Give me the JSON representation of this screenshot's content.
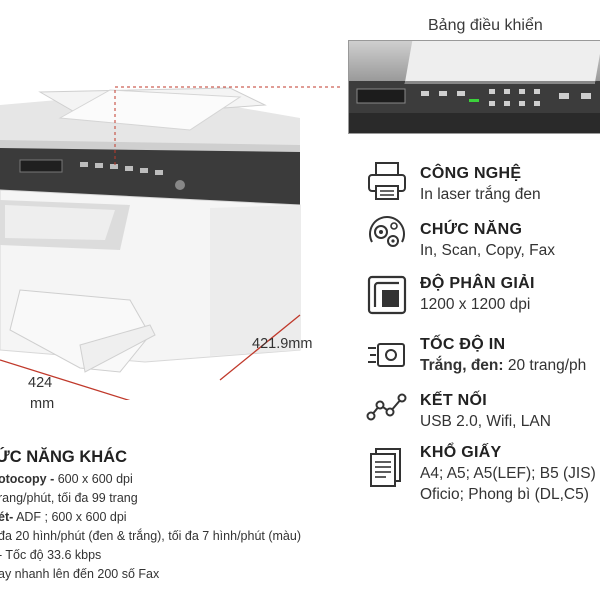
{
  "control_panel_label": "Bảng điều khiển",
  "dimensions": {
    "width": "424",
    "width_unit": "mm",
    "depth": "421.9mm"
  },
  "features": [
    {
      "icon": "printer-icon",
      "title": "CÔNG NGHỆ",
      "desc": "In laser trắng đen"
    },
    {
      "icon": "gears-icon",
      "title": "CHỨC NĂNG",
      "desc": "In, Scan, Copy, Fax"
    },
    {
      "icon": "resolution-icon",
      "title": "ĐỘ PHÂN GIẢI",
      "desc": "1200 x 1200 dpi"
    },
    {
      "icon": "speed-icon",
      "title": "TỐC ĐỘ IN",
      "desc_bold": "Trắng, đen:",
      "desc": " 20 trang/ph"
    },
    {
      "icon": "connection-icon",
      "title": "KẾT NỐI",
      "desc": "USB 2.0, Wifi, LAN"
    },
    {
      "icon": "paper-document-icon",
      "title": "KHỔ GIẤY",
      "desc": "A4; A5; A5(LEF); B5 (JIS)",
      "desc2": "Oficio; Phong bì (DL,C5)"
    }
  ],
  "other_functions": {
    "title": "ỨC NĂNG KHÁC",
    "lines": [
      {
        "bold": "otocopy -",
        "text": " 600 x 600 dpi"
      },
      {
        "bold": "",
        "text": "rang/phút, tối đa 99 trang"
      },
      {
        "bold": "ét-",
        "text": " ADF ; 600 x 600 dpi"
      },
      {
        "bold": "",
        "text": "đa 20 hình/phút (đen & trắng), tối đa 7 hình/phút (màu)"
      },
      {
        "bold": "",
        "text": "- Tốc độ 33.6 kbps"
      },
      {
        "bold": "",
        "text": "ay nhanh lên đến 200 số Fax"
      }
    ]
  },
  "colors": {
    "dimension_line": "#c0392b",
    "panel_dark": "#3c3c3c"
  }
}
